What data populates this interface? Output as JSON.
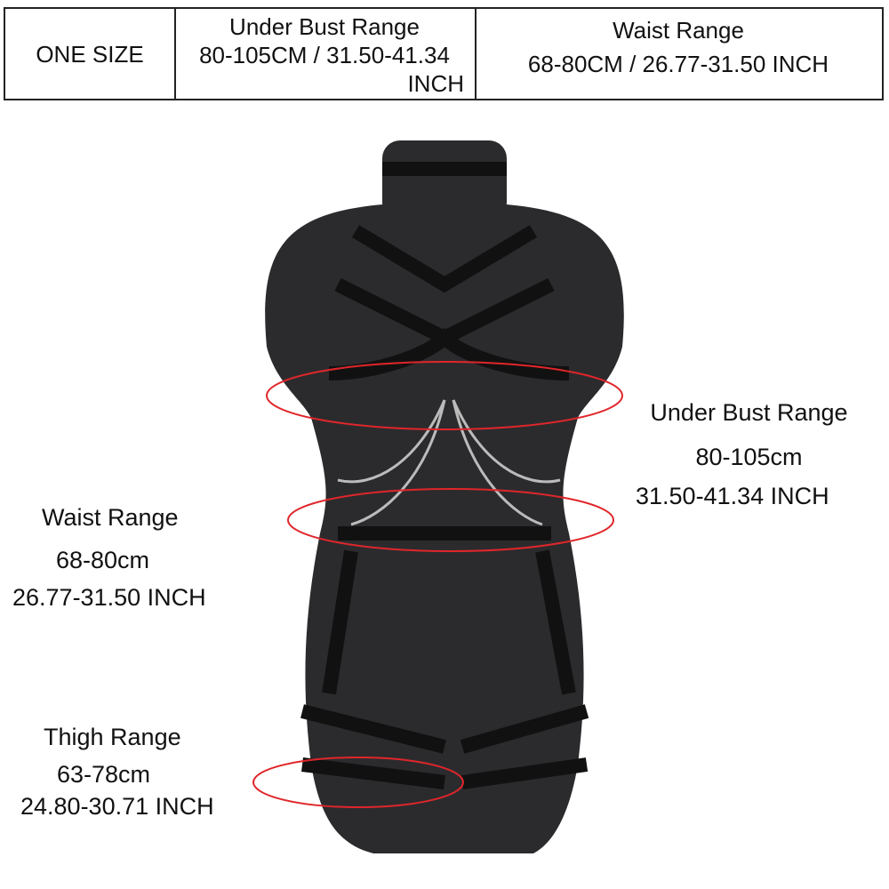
{
  "size_table": {
    "size": "ONE SIZE",
    "under_bust": {
      "title": "Under Bust Range",
      "value_line1": "80-105CM / 31.50-41.34",
      "value_line2": "INCH"
    },
    "waist": {
      "title": "Waist Range",
      "value": "68-80CM / 26.77-31.50 INCH"
    }
  },
  "annotations": {
    "under_bust": {
      "title": "Under Bust Range",
      "cm": "80-105cm",
      "inch": "31.50-41.34 INCH"
    },
    "waist": {
      "title": "Waist Range",
      "cm": "68-80cm",
      "inch": "26.77-31.50 INCH"
    },
    "thigh": {
      "title": "Thigh Range",
      "cm": "63-78cm",
      "inch": "24.80-30.71 INCH"
    }
  },
  "colors": {
    "ring": "#e0262a",
    "mannequin": "#2b2b2e",
    "strap": "#111111"
  }
}
